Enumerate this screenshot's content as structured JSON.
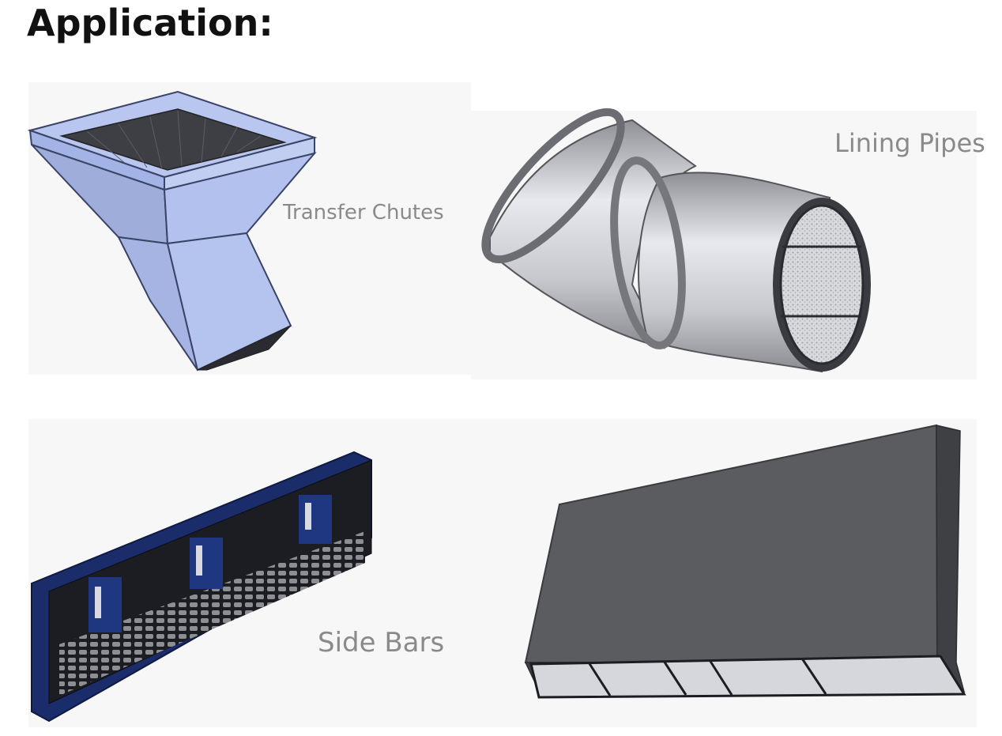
{
  "heading": "Application:",
  "items": [
    {
      "label": "Transfer Chutes"
    },
    {
      "label": "Lining Pipes"
    },
    {
      "label": "Side Bars"
    }
  ],
  "colors": {
    "chute_blue": "#a9b8e8",
    "pipe_grey": "#c9cacf",
    "bar_navy": "#1b2f6b",
    "plate_grey": "#5b5c60",
    "label_grey": "#8a8a8a"
  }
}
